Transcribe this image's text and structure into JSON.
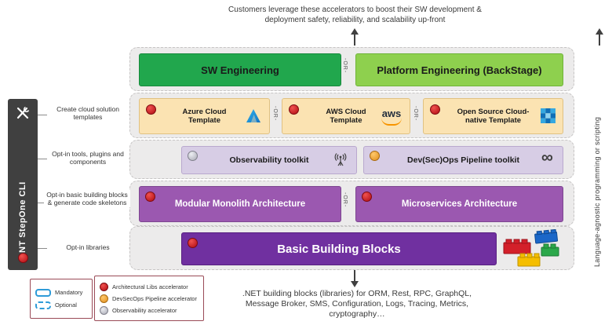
{
  "top_caption": {
    "line1": "Customers leverage these accelerators to boost their SW development &",
    "line2": "deployment safety, reliability, and scalability up-front"
  },
  "cli": {
    "label": "NT StepOne CLI"
  },
  "left_labels": {
    "templates": "Create cloud solution templates",
    "toolkits": "Opt-in tools, plugins and components",
    "building_blocks": "Opt-in basic building blocks & generate code skeletons",
    "libraries": "Opt-in libraries"
  },
  "or_label": "-OR-",
  "rows": {
    "engineering": {
      "sw": "SW Engineering",
      "platform": "Platform Engineering (BackStage)"
    },
    "templates": {
      "azure": "Azure Cloud Template",
      "aws": "AWS Cloud Template",
      "oss": "Open Source Cloud-native Template"
    },
    "toolkits": {
      "observability": "Observability toolkit",
      "devops": "Dev(Sec)Ops Pipeline toolkit"
    },
    "architecture": {
      "monolith": "Modular Monolith Architecture",
      "micro": "Microservices Architecture"
    },
    "basics": {
      "label": "Basic Building Blocks"
    }
  },
  "icons": {
    "aws_wordmark": "aws",
    "infinity": "∞"
  },
  "right_label": "Language-agnostic programming or scripting",
  "bottom_caption": {
    "line1": ".NET building blocks (libraries) for ORM, Rest, RPC, GraphQL,",
    "line2": "Message Broker, SMS, Configuration, Logs, Tracing, Metrics,",
    "line3": "cryptography…"
  },
  "legend": {
    "mandatory": "Mandatory",
    "optional": "Optional",
    "arch": "Architectural Libs accelerator",
    "devsecops": "DevSecOps Pipeline accelerator",
    "observability": "Observability accelerator"
  },
  "colors": {
    "green_dark": "#21A74D",
    "green_light": "#8ED04E",
    "tan": "#FBE3B2",
    "purple_light": "#D7CDE5",
    "purple_mid": "#9B58B0",
    "purple_dark": "#7030A0",
    "row_bg": "#ECEBEB",
    "red_dot": "#C00000",
    "orange_dot": "#E8A33D",
    "gray_dot": "#BFBFBF",
    "azure_blue": "#1273C3",
    "aws_orange": "#F79400",
    "cli_gray": "#404040"
  }
}
